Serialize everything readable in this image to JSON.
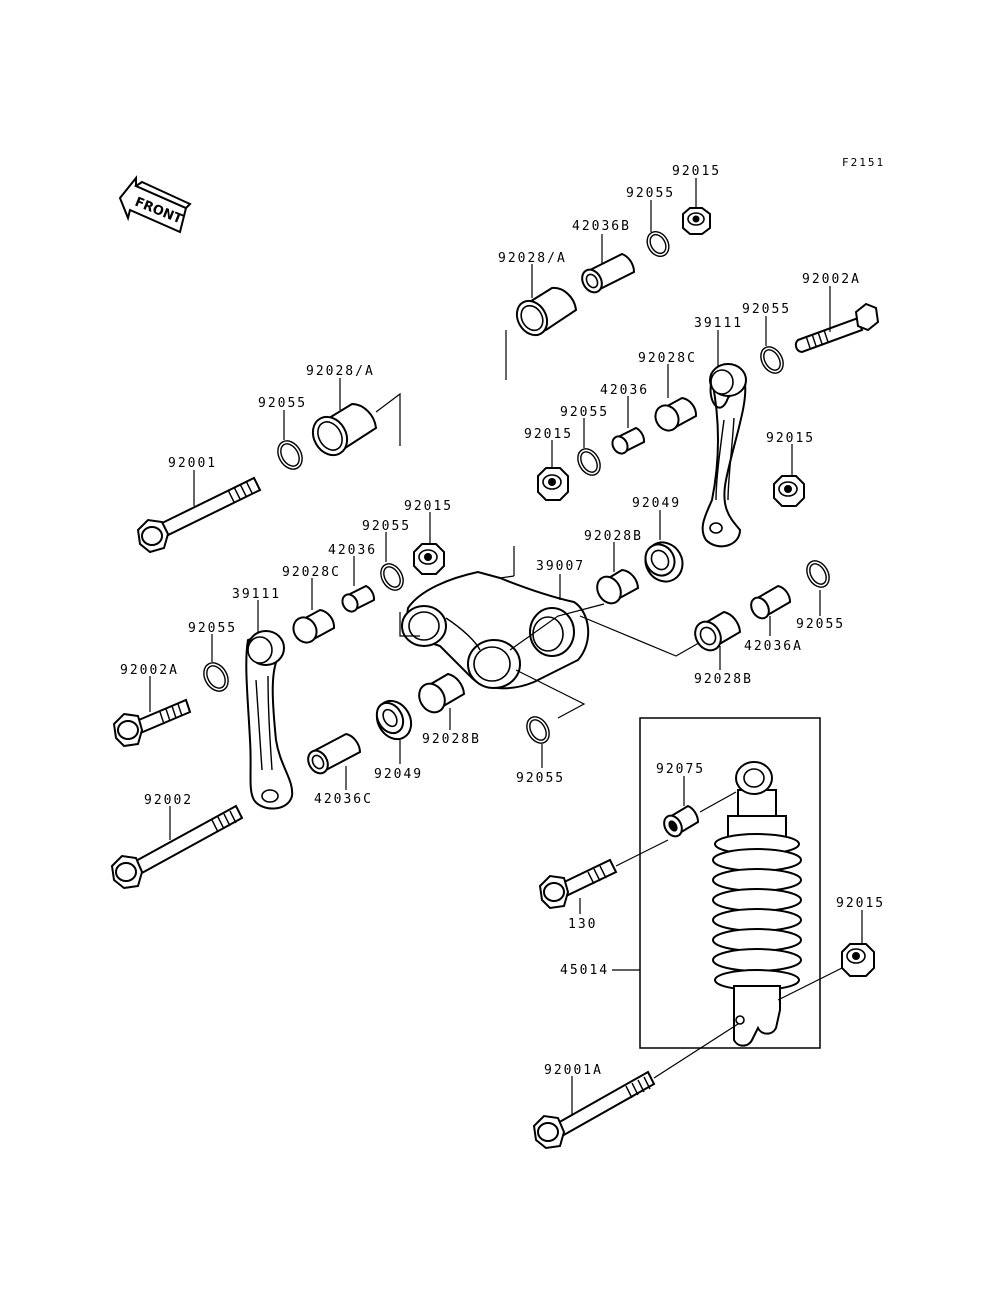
{
  "figure_code": "F2151",
  "front_marker": "FRONT",
  "labels": {
    "p92015_top": "92015",
    "p92055_top": "92055",
    "p42036B": "42036B",
    "p92028A_top": "92028/A",
    "p92002A_right": "92002A",
    "p92055_right_top": "92055",
    "p39111_right": "39111",
    "p92028C_right": "92028C",
    "p42036_right": "42036",
    "p92055_mid": "92055",
    "p92015_mid": "92015",
    "p92015_right": "92015",
    "p92028A_left": "92028/A",
    "p92055_left_top": "92055",
    "p92001": "92001",
    "p92015_center": "92015",
    "p92055_center": "92055",
    "p42036_center": "42036",
    "p92028C_left": "92028C",
    "p39007": "39007",
    "p92028B_upper": "92028B",
    "p92049_right": "92049",
    "p39111_left": "39111",
    "p92055_left": "92055",
    "p92002A_left": "92002A",
    "p92055_far_right": "92055",
    "p42036A": "42036A",
    "p92028B_right": "92028B",
    "p92028B_lower": "92028B",
    "p92049_lower": "92049",
    "p92055_lower": "92055",
    "p42036C": "42036C",
    "p92002": "92002",
    "p92075": "92075",
    "p130": "130",
    "p45014": "45014",
    "p92015_shock": "92015",
    "p92001A": "92001A"
  }
}
